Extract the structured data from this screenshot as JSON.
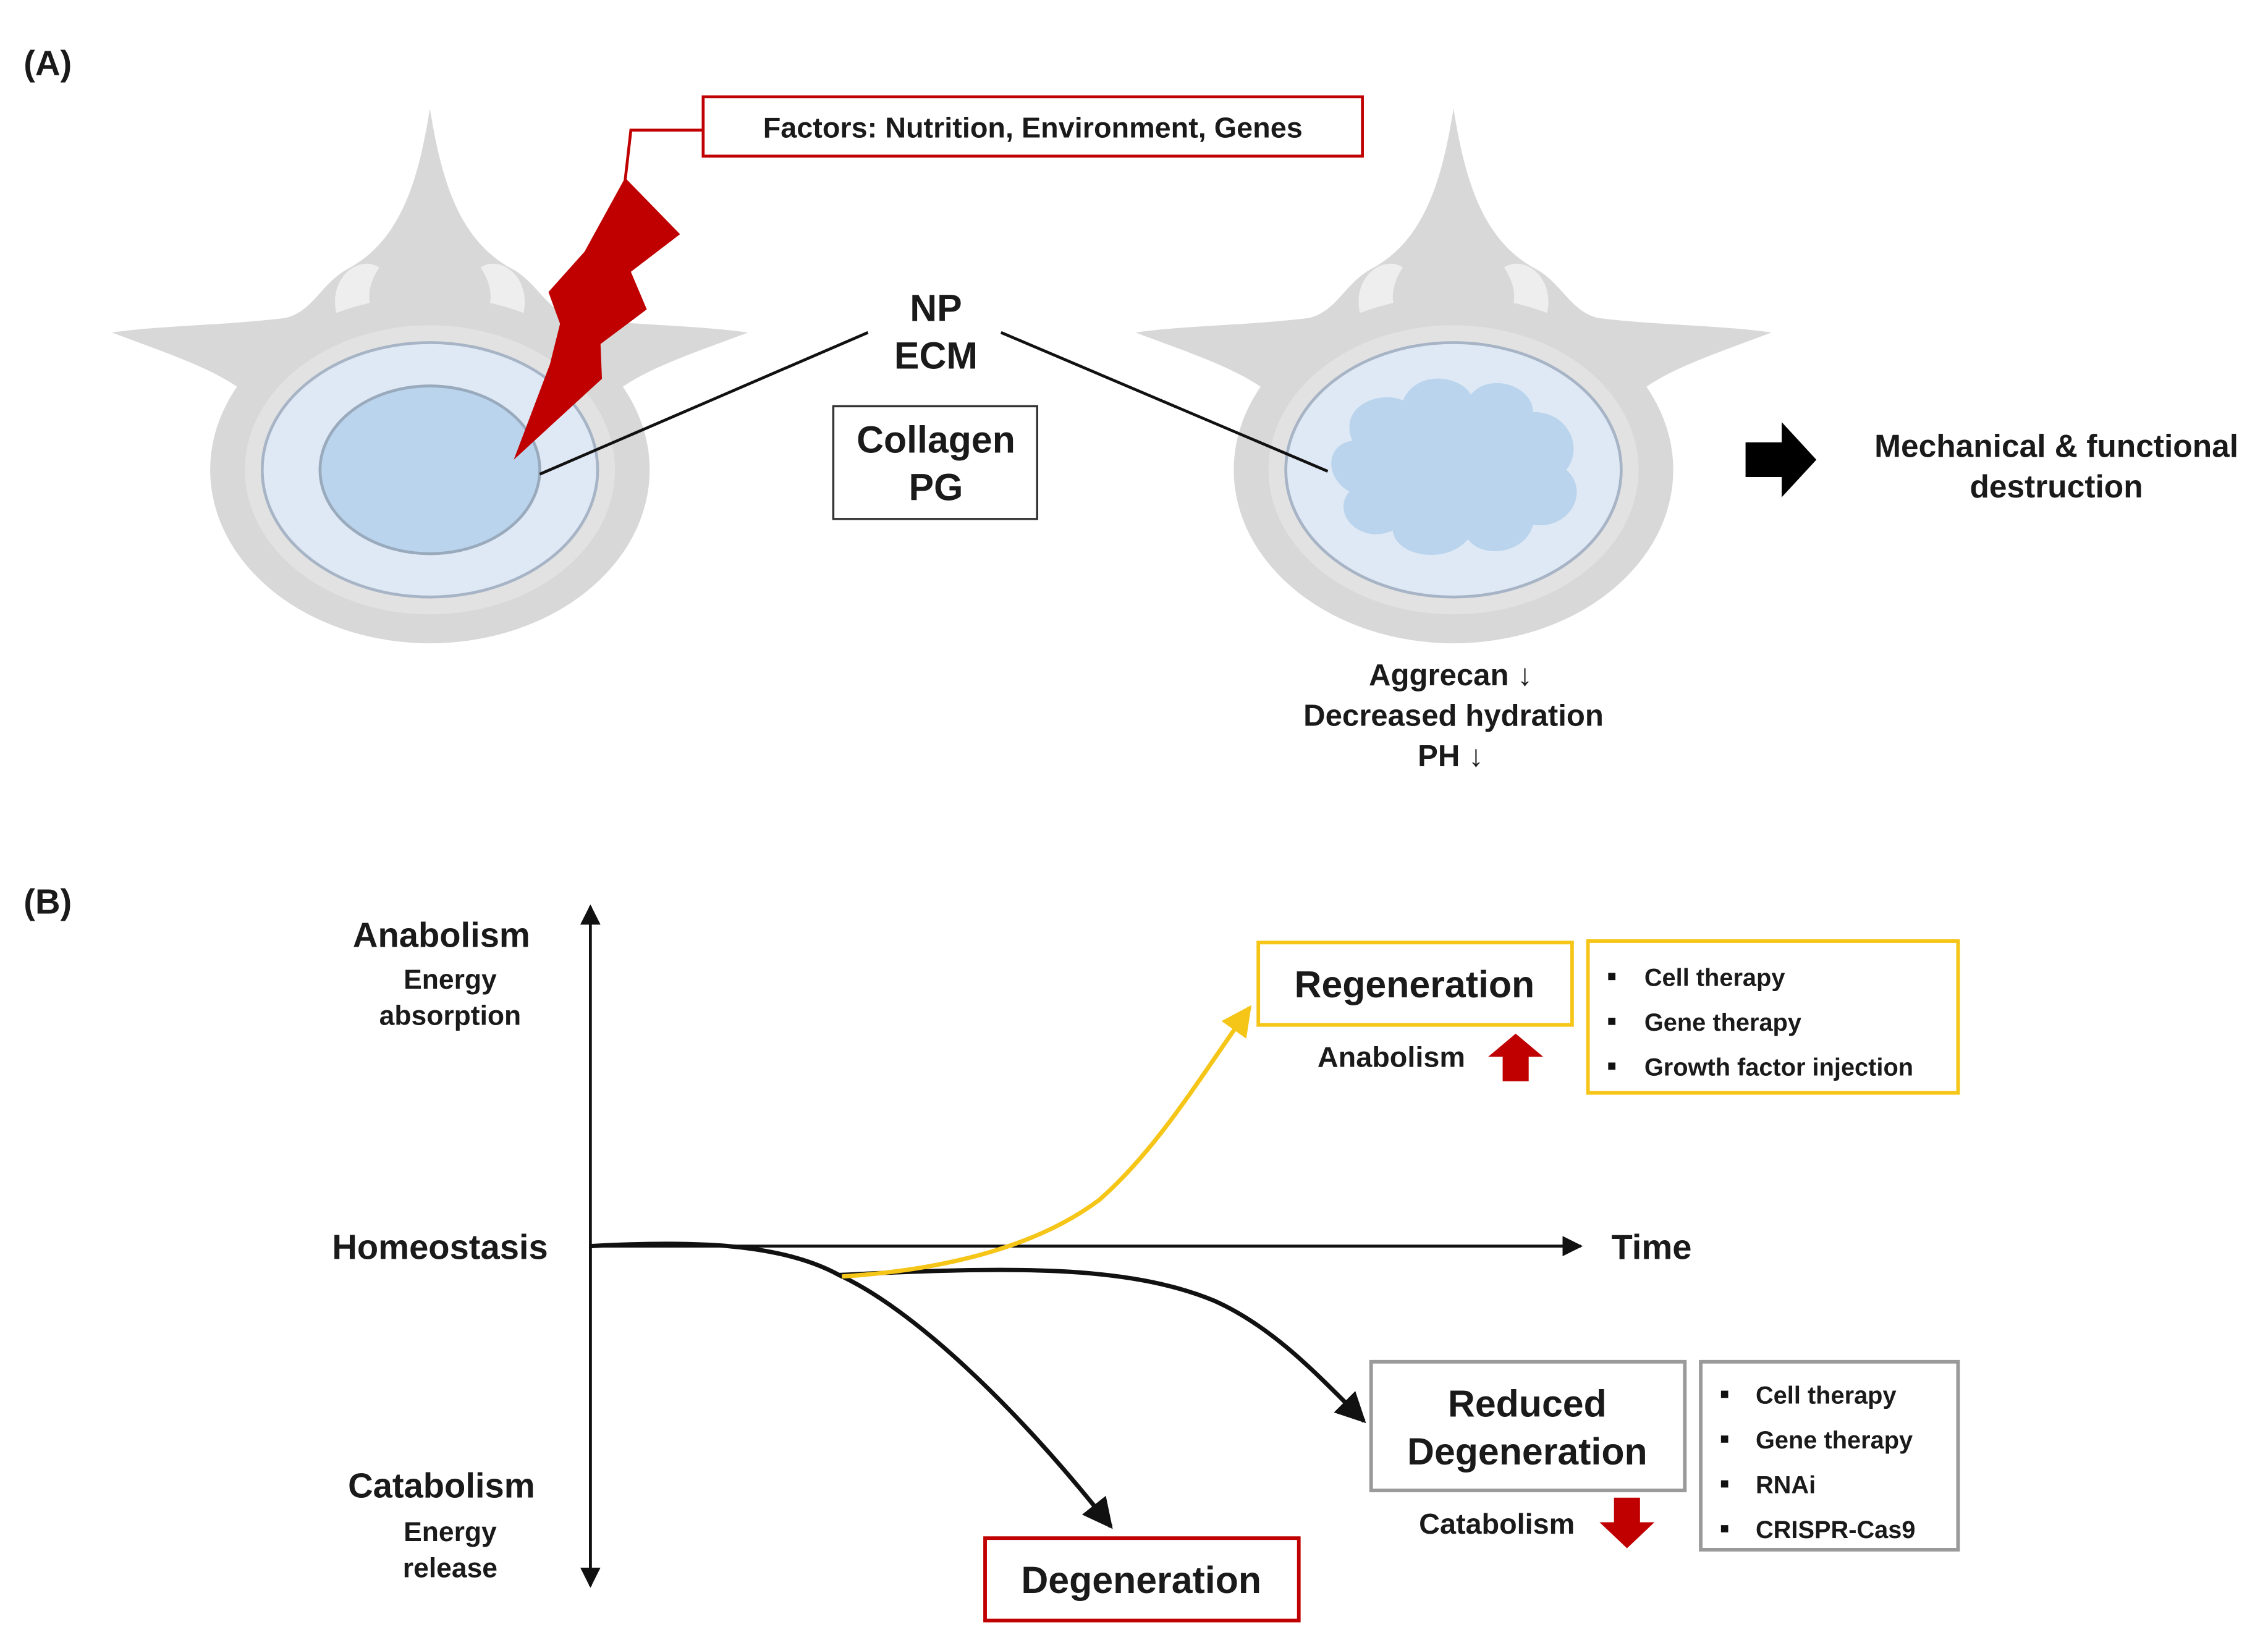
{
  "panel_a": {
    "label": "(A)",
    "factors_box": "Factors: Nutrition, Environment, Genes",
    "np_ecm": [
      "NP",
      "ECM"
    ],
    "collagen_pg": [
      "Collagen",
      "PG"
    ],
    "outcome": [
      "Mechanical & functional",
      "destruction"
    ],
    "changes": [
      "Aggrecan ↓",
      "Decreased hydration",
      "PH ↓"
    ]
  },
  "panel_b": {
    "label": "(B)",
    "y_top": {
      "title": "Anabolism",
      "sub": [
        "Energy",
        "absorption"
      ]
    },
    "y_bottom": {
      "title": "Catabolism",
      "sub": [
        "Energy",
        "release"
      ]
    },
    "homeostasis": "Homeostasis",
    "time": "Time",
    "regeneration": {
      "label": "Regeneration",
      "note": "Anabolism",
      "therapies": [
        "Cell therapy",
        "Gene therapy",
        "Growth factor injection"
      ]
    },
    "reduced_degeneration": {
      "label": [
        "Reduced",
        "Degeneration"
      ],
      "note": "Catabolism",
      "therapies": [
        "Cell therapy",
        "Gene therapy",
        "RNAi",
        "CRISPR-Cas9"
      ]
    },
    "degeneration": {
      "label": "Degeneration"
    }
  },
  "colors": {
    "bone": "#d8d8d8",
    "annulus": "#dfe9f5",
    "nucleus": "#b9d4ec",
    "red": "#c00000",
    "yellow": "#f5c518",
    "gray_box": "#9a9a9a",
    "text": "#1a1a1a"
  },
  "icons": {
    "lightning": "lightning-bolt-icon",
    "right_arrow": "block-arrow-right-icon",
    "up_arrow": "red-up-arrow-icon",
    "down_arrow": "red-down-arrow-icon"
  }
}
